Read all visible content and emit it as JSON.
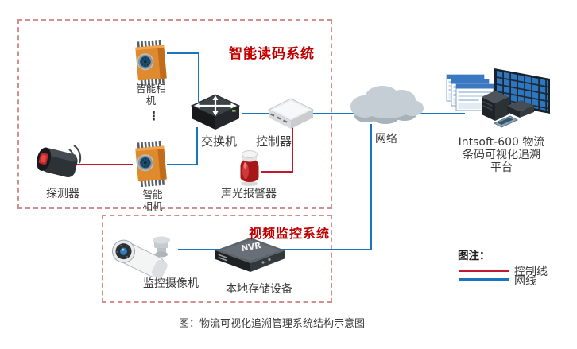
{
  "colors": {
    "control_line": "#c2182f",
    "network_line": "#1a75bc",
    "accent_red": "#c00000",
    "dash_border": "#d0908e"
  },
  "sections": {
    "reading": {
      "title": "智能读码系统"
    },
    "video": {
      "title": "视频监控系统"
    }
  },
  "nodes": {
    "camera1": {
      "label": "智能相\n机"
    },
    "more_cameras": "⋮",
    "camera2": {
      "label": "智能\n相机"
    },
    "detector": {
      "label": "探测器"
    },
    "switch": {
      "label": "交换机"
    },
    "controller": {
      "label": "控制器"
    },
    "alarm": {
      "label": "声光报警器"
    },
    "cloud": {
      "label": "网络"
    },
    "platform": {
      "label": "Intsoft-600 物流\n条码可视化追溯\n平台"
    },
    "cctv": {
      "label": "监控摄像机"
    },
    "nvr": {
      "label": "本地存储设备",
      "device_text": "NVR"
    }
  },
  "legend": {
    "title": "图注：",
    "items": [
      {
        "label": "控制线",
        "color": "#c2182f",
        "type": "control"
      },
      {
        "label": "网线",
        "color": "#1a75bc",
        "type": "network"
      }
    ]
  },
  "caption": "图：物流可视化追溯管理系统结构示意图"
}
